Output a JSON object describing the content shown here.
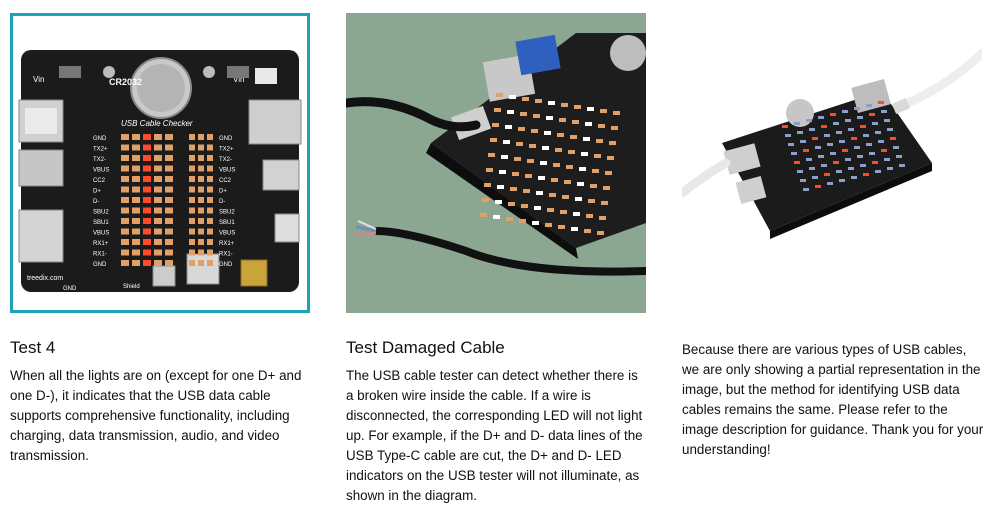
{
  "cards": [
    {
      "title": "Test 4",
      "description": "When all the lights are on (except for one D+ and one D-), it indicates that the USB data cable supports comprehensive functionality, including charging, data transmission, audio, and video transmission.",
      "selected": true,
      "board_labels": {
        "battery": "CR2032",
        "brand": "treedix.com",
        "header": "USB Cable Checker",
        "vin_left": "Vin",
        "vin_right": "Vin",
        "gnd": "GND",
        "shield": "Shield"
      },
      "pin_labels": [
        "GND",
        "TX2+",
        "TX2-",
        "VBUS",
        "CC2",
        "D+",
        "D-",
        "SBU2",
        "SBU1",
        "VBUS",
        "RX1+",
        "RX1-",
        "GND"
      ]
    },
    {
      "title": "Test Damaged Cable",
      "description": "The USB cable tester can detect whether there is a broken wire inside the cable. If a wire is disconnected, the corresponding LED will not light up. For example, if the D+ and D- data lines of the USB Type-C cable are cut, the D+ and D- LED indicators on the USB tester will not illuminate, as shown in the diagram.",
      "selected": false
    },
    {
      "title": "",
      "description": "Because there are various types of USB cables, we are only showing a partial representation in the image, but the method for identifying USB data cables remains the same. Please refer to the image description for guidance. Thank you for your understanding!",
      "selected": false
    }
  ],
  "colors": {
    "selected_border": "#1fa4b6",
    "text": "#0F1111",
    "board": "#1a1a1a",
    "led_on": "#ff4a2a",
    "pad": "#e0a068",
    "background_green": "#8aa692"
  }
}
